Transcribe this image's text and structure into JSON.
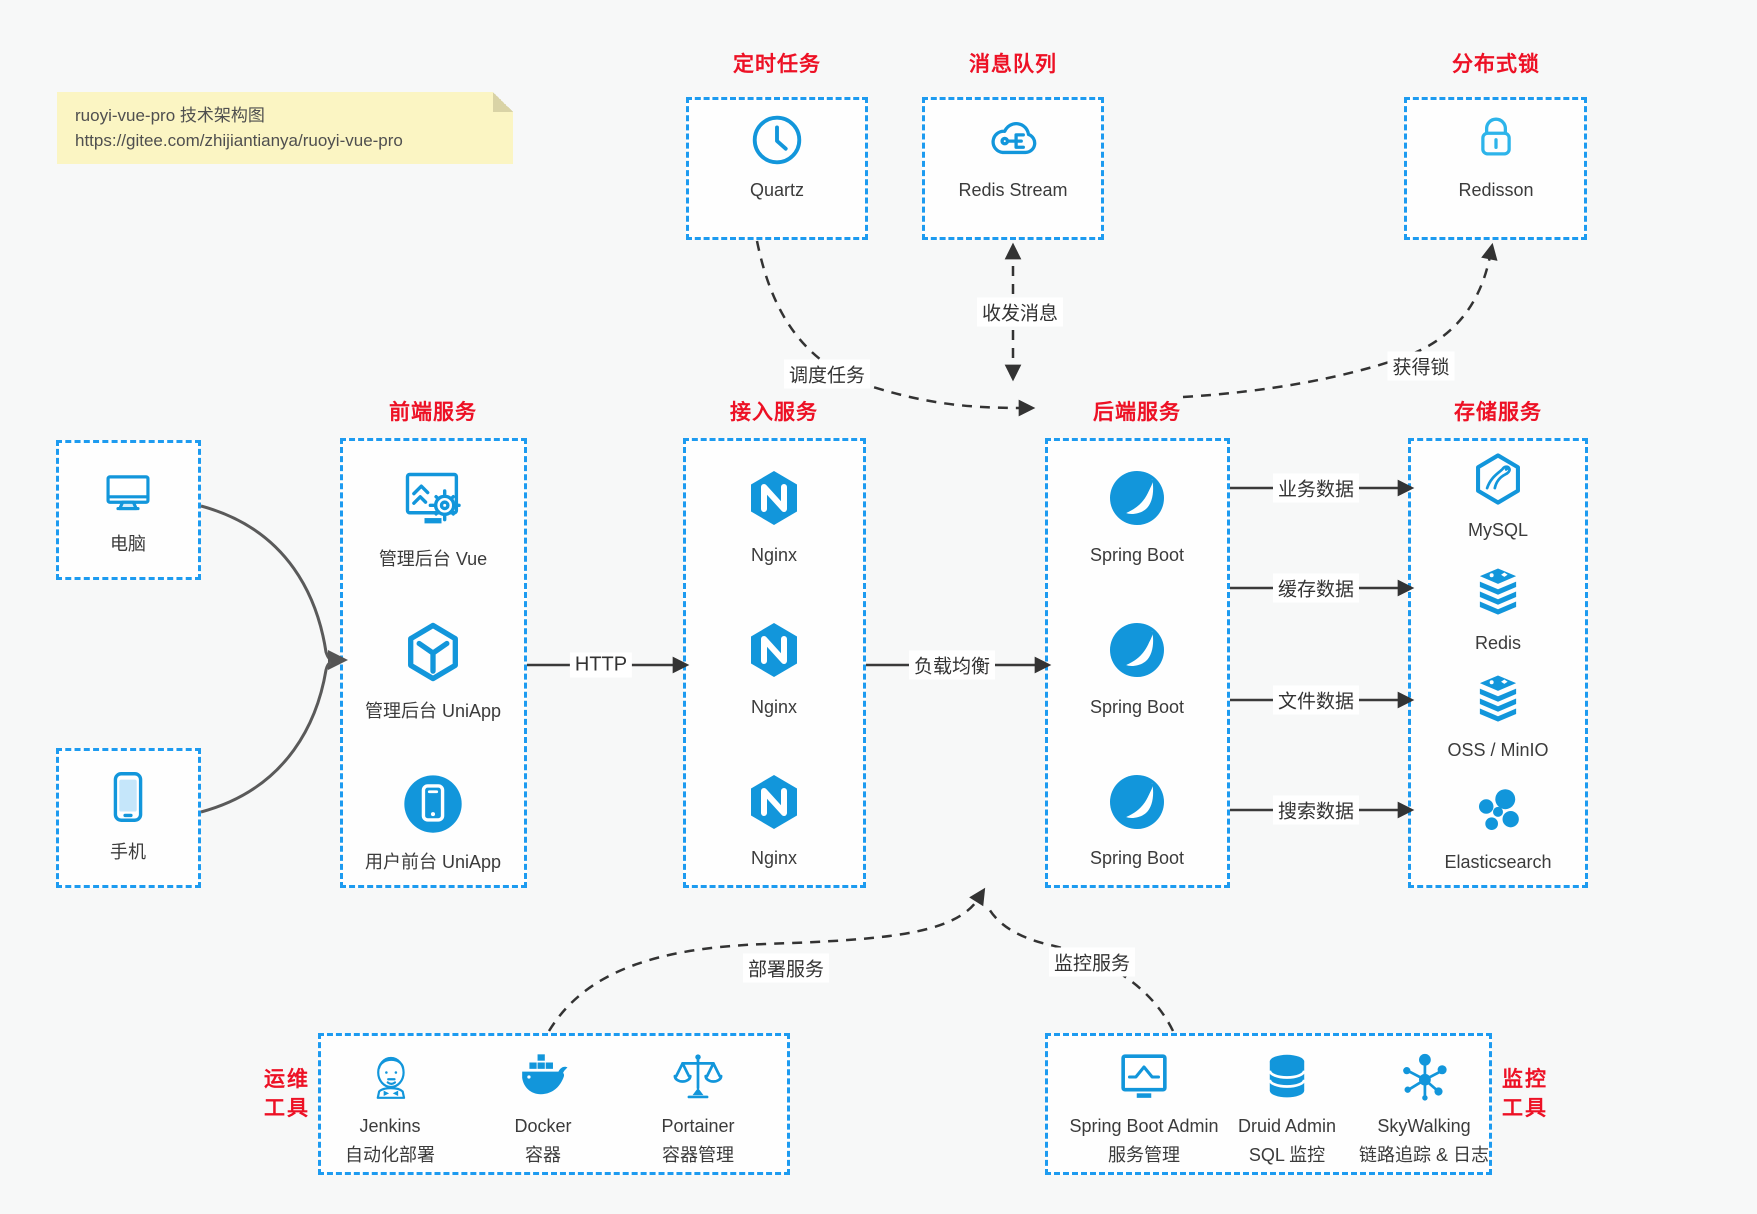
{
  "colors": {
    "accent_blue": "#1296db",
    "border_blue": "#1d9bf0",
    "title_red": "#ed1125",
    "text_dark": "#333333",
    "note_bg": "#fbf5c3",
    "canvas_bg": "#f7f8f8",
    "lock_blue": "#2db4ea"
  },
  "note": {
    "line1": "ruoyi-vue-pro 技术架构图",
    "line2": "https://gitee.com/zhijiantianya/ruoyi-vue-pro"
  },
  "top": {
    "scheduler": {
      "title": "定时任务",
      "label": "Quartz"
    },
    "mq": {
      "title": "消息队列",
      "label": "Redis Stream"
    },
    "lock": {
      "title": "分布式锁",
      "label": "Redisson"
    }
  },
  "devices": {
    "pc": {
      "label": "电脑"
    },
    "phone": {
      "label": "手机"
    }
  },
  "columns": {
    "frontend": {
      "title": "前端服务",
      "items": [
        {
          "label": "管理后台 Vue"
        },
        {
          "label": "管理后台 UniApp"
        },
        {
          "label": "用户前台 UniApp"
        }
      ]
    },
    "gateway": {
      "title": "接入服务",
      "items": [
        {
          "label": "Nginx"
        },
        {
          "label": "Nginx"
        },
        {
          "label": "Nginx"
        }
      ]
    },
    "backend": {
      "title": "后端服务",
      "items": [
        {
          "label": "Spring Boot"
        },
        {
          "label": "Spring Boot"
        },
        {
          "label": "Spring Boot"
        }
      ]
    },
    "storage": {
      "title": "存储服务",
      "items": [
        {
          "label": "MySQL"
        },
        {
          "label": "Redis"
        },
        {
          "label": "OSS / MinIO"
        },
        {
          "label": "Elasticsearch"
        }
      ]
    }
  },
  "edges": {
    "http": "HTTP",
    "load_balance": "负载均衡",
    "schedule": "调度任务",
    "messages": "收发消息",
    "acquire_lock": "获得锁",
    "deploy": "部署服务",
    "monitor": "监控服务",
    "flows": [
      "业务数据",
      "缓存数据",
      "文件数据",
      "搜索数据"
    ]
  },
  "ops": {
    "title": [
      "运维",
      "工具"
    ],
    "items": [
      {
        "name": "Jenkins",
        "desc": "自动化部署"
      },
      {
        "name": "Docker",
        "desc": "容器"
      },
      {
        "name": "Portainer",
        "desc": "容器管理"
      }
    ]
  },
  "monitoring": {
    "title": [
      "监控",
      "工具"
    ],
    "items": [
      {
        "name": "Spring Boot Admin",
        "desc": "服务管理"
      },
      {
        "name": "Druid Admin",
        "desc": "SQL 监控"
      },
      {
        "name": "SkyWalking",
        "desc": "链路追踪 & 日志"
      }
    ]
  }
}
